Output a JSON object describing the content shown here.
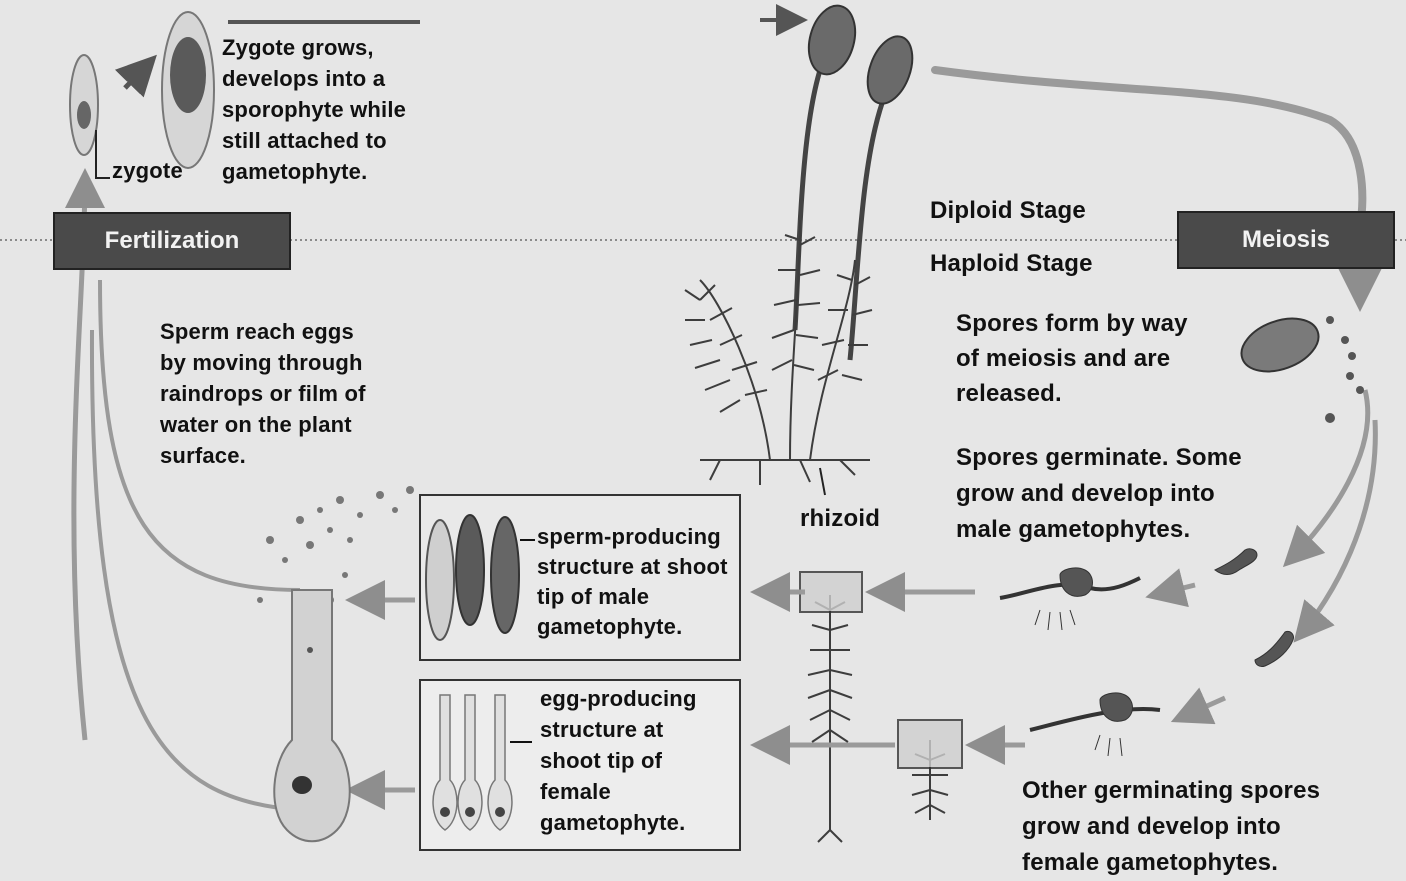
{
  "labels": {
    "zygote_growth": "Zygote grows,\ndevelops into a\nsporophyte while\nstill attached to\ngametophyte.",
    "zygote": "zygote",
    "fertilization": "Fertilization",
    "diploid_stage": "Diploid Stage",
    "haploid_stage": "Haploid Stage",
    "meiosis": "Meiosis",
    "sperm_reach": "Sperm reach eggs\nby moving through\nraindrops or film of\nwater on the plant\nsurface.",
    "spores_form": "Spores form by way\nof meiosis and are\nreleased.",
    "spores_germinate": "Spores germinate. Some\ngrow and develop into\nmale gametophytes.",
    "rhizoid": "rhizoid",
    "sperm_structure": "sperm-producing\nstructure at shoot\ntip of male\ngametophyte.",
    "egg_structure": "egg-producing\nstructure at\nshoot tip of\nfemale\ngametophyte.",
    "female_gametophytes": "Other germinating spores\ngrow and develop into\nfemale gametophytes."
  },
  "colors": {
    "stage_box": "#4a4a4a",
    "cycle_arrow": "#9a9a9a",
    "plant": "#555555",
    "background": "#e6e6e6"
  }
}
